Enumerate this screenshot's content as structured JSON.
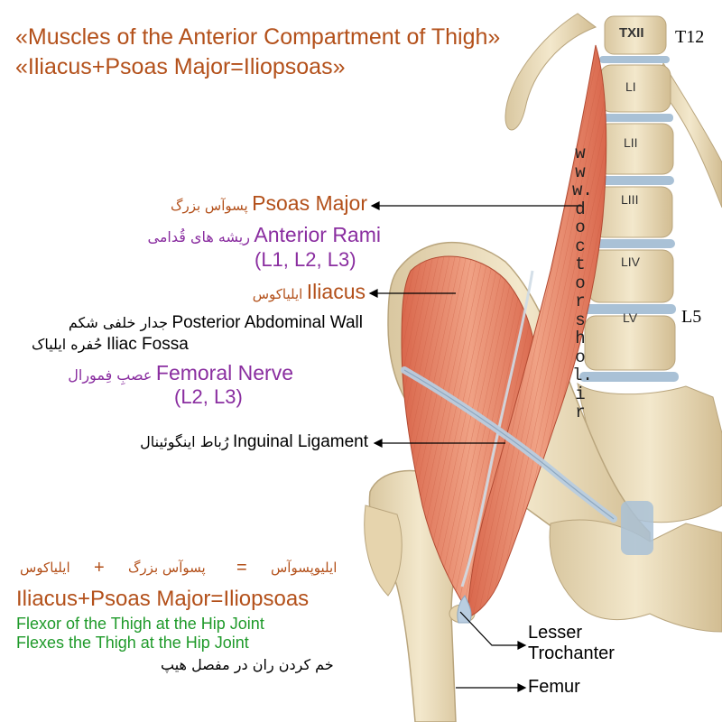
{
  "title": {
    "line1": "«Muscles of the Anterior Compartment of Thigh»",
    "line2": "«Iliacus+Psoas Major=Iliopsoas»"
  },
  "vertebrae": [
    "TXII",
    "LI",
    "LII",
    "LIII",
    "LIV",
    "LV"
  ],
  "level_markers": {
    "t12": "T12",
    "l5": "L5"
  },
  "watermark": "www.doctorshol.ir",
  "labels": {
    "psoas_major": {
      "en": "Psoas Major",
      "fa": "پسوآس بزرگ"
    },
    "anterior_rami": {
      "en": "Anterior Rami",
      "fa": "ریشه های قُدامی",
      "levels": "(L1, L2, L3)"
    },
    "iliacus": {
      "en": "Iliacus",
      "fa": "ایلیاکوس"
    },
    "posterior_wall": {
      "en": "Posterior Abdominal Wall",
      "fa": "جدار خلفی شکم"
    },
    "iliac_fossa": {
      "en": "Iliac Fossa",
      "fa": "حُفره ایلیاک"
    },
    "femoral_nerve": {
      "en": "Femoral Nerve",
      "fa": "عصبِ فِمورال",
      "levels": "(L2, L3)"
    },
    "inguinal_ligament": {
      "en": "Inguinal Ligament",
      "fa": "رُباط اینگوئینال"
    },
    "lesser_trochanter": {
      "line1": "Lesser",
      "line2": "Trochanter"
    },
    "femur": "Femur"
  },
  "equation": {
    "fa_iliacus": "ایلیاکوس",
    "fa_plus": "+",
    "fa_psoas": "پسوآس بزرگ",
    "fa_equals": "=",
    "fa_iliopsoas": "ایلیوپسوآس",
    "en": "Iliacus+Psoas Major=Iliopsoas"
  },
  "function": {
    "line1": "Flexor of the Thigh at the Hip Joint",
    "line2": "Flexes the Thigh at the Hip Joint",
    "fa": "خم کردن ران در مفصل هیپ"
  },
  "colors": {
    "muscle": "#e2876b",
    "muscle_dark": "#c8583e",
    "bone": "#efe2c3",
    "bone_shadow": "#cdb88f",
    "disc": "#a9c1d6",
    "title_orange": "#b3501a",
    "label_purple": "#8a2ea0",
    "label_green": "#1f9a2a"
  }
}
